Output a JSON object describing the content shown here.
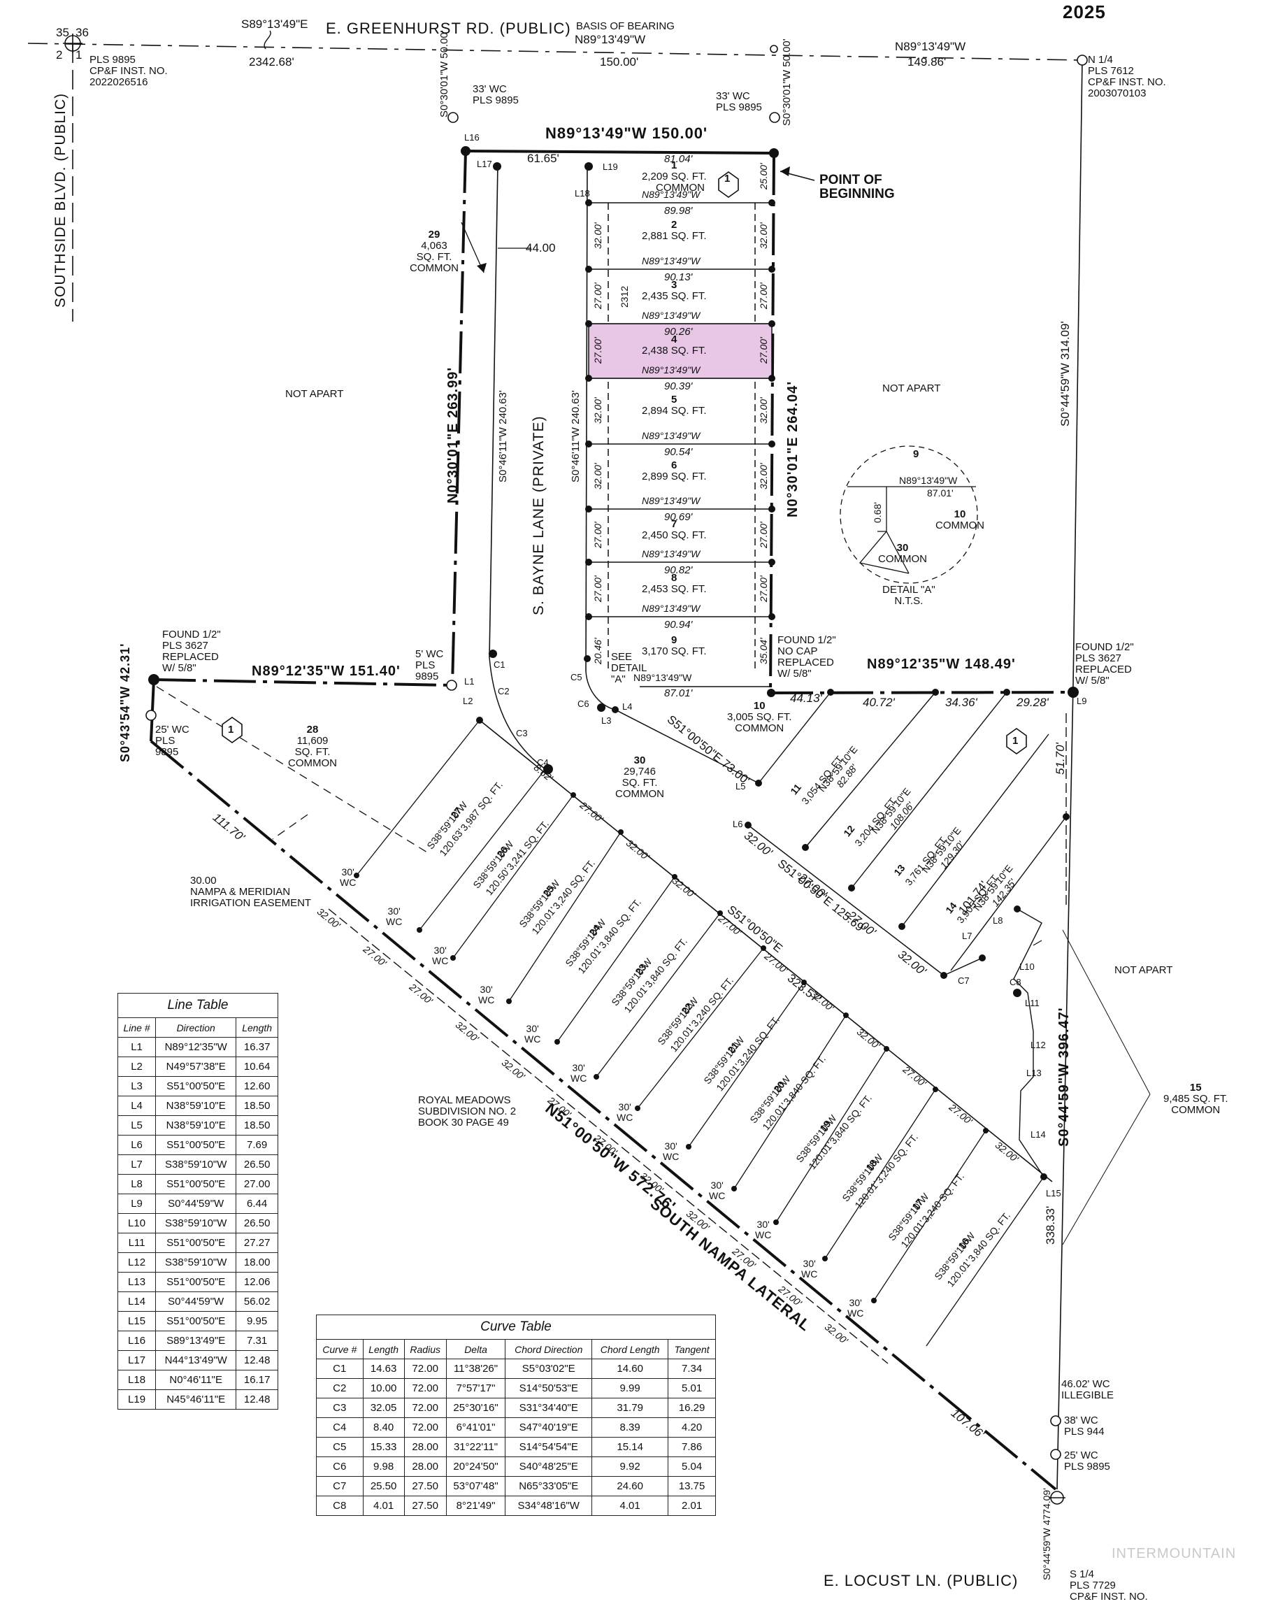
{
  "header": {
    "year": "2025"
  },
  "roads": {
    "north": "E. GREENHURST RD. (PUBLIC)",
    "west": "SOUTHSIDE BLVD. (PUBLIC)",
    "south": "E. LOCUST LN. (PUBLIC)",
    "private_lane": "S. BAYNE LANE (PRIVATE)",
    "canal": "SOUTH NAMPA LATERAL"
  },
  "section_corner": {
    "n35": "35",
    "n36": "36",
    "n2": "2",
    "n1": "1"
  },
  "north_bearings": {
    "brg1": "S89°13'49\"E",
    "dist1": "2342.68'",
    "basis_title": "BASIS OF BEARING",
    "basis_brg": "N89°13'49\"W",
    "basis_dist": "150.00'",
    "brg2": "N89°13'49\"W",
    "dist2": "149.86'",
    "top_boundary": "N89°13'49\"W 150.00'"
  },
  "monuments": {
    "nw_corner": [
      "PLS 9895",
      "CP&F INST. NO.",
      "2022026516"
    ],
    "n_quarter": [
      "N 1/4",
      "PLS 7612",
      "CP&F INST. NO.",
      "2003070103"
    ],
    "wc_left": [
      "33' WC",
      "PLS 9895"
    ],
    "wc_right": [
      "33' WC",
      "PLS 9895"
    ],
    "s0_left": "S0°30'01\"W 50.00'",
    "s0_right": "S0°30'01\"W 50.00'",
    "found_left": [
      "FOUND 1/2\"",
      "PLS 3627",
      "REPLACED",
      "W/ 5/8\""
    ],
    "found_mid": [
      "FOUND 1/2\"",
      "NO CAP",
      "REPLACED",
      "W/ 5/8\""
    ],
    "found_right": [
      "FOUND 1/2\"",
      "PLS 3627",
      "REPLACED",
      "W/ 5/8\""
    ],
    "wc5": [
      "5' WC",
      "PLS",
      "9895"
    ],
    "wc25_left": [
      "25' WC",
      "PLS",
      "9895"
    ],
    "illegible": [
      "46.02' WC",
      "ILLEGIBLE"
    ],
    "wc38": [
      "38' WC",
      "PLS 944"
    ],
    "wc25_bottom": [
      "25' WC",
      "PLS 9895"
    ],
    "s_quarter": [
      "S 1/4",
      "PLS 7729",
      "CP&F INST. NO."
    ]
  },
  "pob": [
    "POINT OF",
    "BEGINNING"
  ],
  "boundaries": {
    "west_main": "N0°30'01\"E 263.99'",
    "east_main": "N0°30'01\"E 264.04'",
    "lane_west": "S0°46'11\"W 240.63'",
    "lane_east": "S0°46'11\"W 240.63'",
    "dist_44": "44.00",
    "dist_6165": "61.65'",
    "east_long": "S0°44'59\"W 314.09'",
    "mid_south_left": "N89°12'35\"W 151.40'",
    "mid_south_right": "N89°12'35\"W 148.49'",
    "west_short": "S0°43'54\"W 42.31'",
    "dist_11170": "111.70'",
    "southwest": "N51°00'50\"W 572.76'",
    "east_lower": "S0°44'59\"W 396.47'",
    "dist_33833": "338.33'",
    "dist_10706": "107.06'",
    "dist_32357": "323.57'",
    "s_bottom": "S0°44'59\"W 4774.09'",
    "dist_2312": "2312"
  },
  "lots": [
    {
      "n": "1",
      "area": "2,209 SQ. FT.",
      "use": "COMMON",
      "w": "81.04'"
    },
    {
      "n": "2",
      "area": "2,881 SQ. FT.",
      "w": "89.98'"
    },
    {
      "n": "3",
      "area": "2,435 SQ. FT.",
      "w": "90.13'"
    },
    {
      "n": "4",
      "area": "2,438 SQ. FT.",
      "w": "90.26'"
    },
    {
      "n": "5",
      "area": "2,894 SQ. FT.",
      "w": "90.39'"
    },
    {
      "n": "6",
      "area": "2,899 SQ. FT.",
      "w": "90.54'"
    },
    {
      "n": "7",
      "area": "2,450 SQ. FT.",
      "w": "90.69'"
    },
    {
      "n": "8",
      "area": "2,453 SQ. FT.",
      "w": "90.82'"
    },
    {
      "n": "9",
      "area": "3,170 SQ. FT.",
      "w": "90.94'"
    }
  ],
  "lot_bottom_width": "87.01'",
  "lot_brg": "N89°13'49\"W",
  "lot_depths": [
    "25.00'",
    "32.00'",
    "27.00'",
    "27.00'",
    "32.00'",
    "32.00'",
    "27.00'",
    "27.00'",
    "35.04'"
  ],
  "lot_depths_w": [
    "32.00'",
    "27.00'",
    "27.00'",
    "32.00'",
    "32.00'",
    "27.00'",
    "27.00'",
    "20.46'"
  ],
  "common": {
    "l29": [
      "29",
      "4,063",
      "SQ. FT.",
      "COMMON"
    ],
    "l10": [
      "10",
      "3,005 SQ. FT.",
      "COMMON"
    ],
    "l30": [
      "30",
      "29,746",
      "SQ. FT.",
      "COMMON"
    ],
    "l28": [
      "28",
      "11,609",
      "SQ. FT.",
      "COMMON"
    ],
    "l15": [
      "15",
      "9,485 SQ. FT.",
      "COMMON"
    ]
  },
  "not_apart": "NOT APART",
  "detail": {
    "title": "DETAIL \"A\"",
    "nts": "N.T.S.",
    "l9": "9",
    "brg": "N89°13'49\"W",
    "dist": "87.01'",
    "d068": "0.68'",
    "l10": "10",
    "l10c": "COMMON",
    "l30": "30",
    "l30c": "COMMON",
    "see": [
      "SEE",
      "DETAIL",
      "\"A\""
    ]
  },
  "east_lots": [
    {
      "n": "11",
      "area": "3,054 SQ. FT.",
      "brg": "N38°59'10\"E",
      "len": "82.88'"
    },
    {
      "n": "12",
      "area": "3,204 SQ. FT.",
      "brg": "N38°59'10\"E",
      "len": "108.06'"
    },
    {
      "n": "13",
      "area": "3,761 SQ. FT.",
      "brg": "N38°59'10\"E",
      "len": "129.30'"
    },
    {
      "n": "14",
      "area": "3,905 SQ. FT.",
      "brg": "N38°59'10\"E",
      "len": "142.35'"
    }
  ],
  "east_misc": {
    "d4072": "40.72'",
    "d3436": "34.36'",
    "d2928": "29.28'",
    "d4413": "44.13'",
    "d5170": "51.70'",
    "d7300": "S51°00'50\"E 73.00'",
    "d12569": "S51°00'50\"E 125.69'",
    "d10174": "101.74'",
    "w32": "32.00'",
    "w27": "27.00'"
  },
  "south_lots": [
    {
      "n": "27",
      "area": "3,987 SQ. FT.",
      "brg": "S38°59'10\"W",
      "len": "120.63'"
    },
    {
      "n": "26",
      "area": "3,241 SQ. FT.",
      "brg": "S38°59'10\"W",
      "len": "120.50'"
    },
    {
      "n": "25",
      "area": "3,240 SQ. FT.",
      "brg": "S38°59'10\"W",
      "len": "120.01'"
    },
    {
      "n": "24",
      "area": "3,840 SQ. FT.",
      "brg": "S38°59'10\"W",
      "len": "120.01'"
    },
    {
      "n": "23",
      "area": "3,840 SQ. FT.",
      "brg": "S38°59'10\"W",
      "len": "120.01'"
    },
    {
      "n": "22",
      "area": "3,240 SQ. FT.",
      "brg": "S38°59'10\"W",
      "len": "120.01'"
    },
    {
      "n": "21",
      "area": "3,240 SQ. FT.",
      "brg": "S38°59'10\"W",
      "len": "120.01'"
    },
    {
      "n": "20",
      "area": "3,840 SQ. FT.",
      "brg": "S38°59'10\"W",
      "len": "120.01'"
    },
    {
      "n": "19",
      "area": "3,840 SQ. FT.",
      "brg": "S38°59'10\"W",
      "len": "120.01'"
    },
    {
      "n": "18",
      "area": "3,240 SQ. FT.",
      "brg": "S38°59'10\"W",
      "len": "120.01'"
    },
    {
      "n": "17",
      "area": "3,240 SQ. FT.",
      "brg": "S38°59'10\"W",
      "len": "120.01'"
    },
    {
      "n": "16",
      "area": "3,840 SQ. FT.",
      "brg": "S38°59'10\"W",
      "len": "120.01'"
    }
  ],
  "south_widths_top": [
    "8.62'",
    "27.00'",
    "32.00'",
    "32.00'",
    "27.00'",
    "27.00'",
    "32.00'",
    "32.00'",
    "27.00'",
    "27.00'",
    "32.00'"
  ],
  "south_widths_bot": [
    "32.00'",
    "27.00'",
    "27.00'",
    "32.00'",
    "32.00'",
    "27.00'",
    "27.00'",
    "32.00'",
    "32.00'",
    "27.00'",
    "27.00'",
    "32.00'"
  ],
  "south_misc": {
    "top_brg": "S51°00'50\"E",
    "wc30": [
      "30'",
      "WC"
    ]
  },
  "easement": [
    "30.00",
    "NAMPA & MERIDIAN",
    "IRRIGATION EASEMENT"
  ],
  "royal": [
    "ROYAL MEADOWS",
    "SUBDIVISION NO. 2",
    "BOOK 30 PAGE 49"
  ],
  "callouts": {
    "line_labels": [
      "L1",
      "L2",
      "L3",
      "L4",
      "L5",
      "L6",
      "L7",
      "L8",
      "L9",
      "L10",
      "L11",
      "L12",
      "L13",
      "L14",
      "L15",
      "L16",
      "L17",
      "L18",
      "L19"
    ],
    "curve_labels": [
      "C1",
      "C2",
      "C3",
      "C4",
      "C5",
      "C6",
      "C7",
      "C8"
    ],
    "note": "1"
  },
  "line_table": {
    "title": "Line Table",
    "headers": [
      "Line #",
      "Direction",
      "Length"
    ],
    "rows": [
      [
        "L1",
        "N89°12'35\"W",
        "16.37"
      ],
      [
        "L2",
        "N49°57'38\"E",
        "10.64"
      ],
      [
        "L3",
        "S51°00'50\"E",
        "12.60"
      ],
      [
        "L4",
        "N38°59'10\"E",
        "18.50"
      ],
      [
        "L5",
        "N38°59'10\"E",
        "18.50"
      ],
      [
        "L6",
        "S51°00'50\"E",
        "7.69"
      ],
      [
        "L7",
        "S38°59'10\"W",
        "26.50"
      ],
      [
        "L8",
        "S51°00'50\"E",
        "27.00"
      ],
      [
        "L9",
        "S0°44'59\"W",
        "6.44"
      ],
      [
        "L10",
        "S38°59'10\"W",
        "26.50"
      ],
      [
        "L11",
        "S51°00'50\"E",
        "27.27"
      ],
      [
        "L12",
        "S38°59'10\"W",
        "18.00"
      ],
      [
        "L13",
        "S51°00'50\"E",
        "12.06"
      ],
      [
        "L14",
        "S0°44'59\"W",
        "56.02"
      ],
      [
        "L15",
        "S51°00'50\"E",
        "9.95"
      ],
      [
        "L16",
        "S89°13'49\"E",
        "7.31"
      ],
      [
        "L17",
        "N44°13'49\"W",
        "12.48"
      ],
      [
        "L18",
        "N0°46'11\"E",
        "16.17"
      ],
      [
        "L19",
        "N45°46'11\"E",
        "12.48"
      ]
    ]
  },
  "curve_table": {
    "title": "Curve Table",
    "headers": [
      "Curve #",
      "Length",
      "Radius",
      "Delta",
      "Chord Direction",
      "Chord Length",
      "Tangent"
    ],
    "rows": [
      [
        "C1",
        "14.63",
        "72.00",
        "11°38'26\"",
        "S5°03'02\"E",
        "14.60",
        "7.34"
      ],
      [
        "C2",
        "10.00",
        "72.00",
        "7°57'17\"",
        "S14°50'53\"E",
        "9.99",
        "5.01"
      ],
      [
        "C3",
        "32.05",
        "72.00",
        "25°30'16\"",
        "S31°34'40\"E",
        "31.79",
        "16.29"
      ],
      [
        "C4",
        "8.40",
        "72.00",
        "6°41'01\"",
        "S47°40'19\"E",
        "8.39",
        "4.20"
      ],
      [
        "C5",
        "15.33",
        "28.00",
        "31°22'11\"",
        "S14°54'54\"E",
        "15.14",
        "7.86"
      ],
      [
        "C6",
        "9.98",
        "28.00",
        "20°24'50\"",
        "S40°48'25\"E",
        "9.92",
        "5.04"
      ],
      [
        "C7",
        "25.50",
        "27.50",
        "53°07'48\"",
        "N65°33'05\"E",
        "24.60",
        "13.75"
      ],
      [
        "C8",
        "4.01",
        "27.50",
        "8°21'49\"",
        "S34°48'16\"W",
        "4.01",
        "2.01"
      ]
    ]
  },
  "watermark": "INTERMOUNTAIN",
  "colors": {
    "highlight": "#e8c6e6",
    "ink": "#111111"
  }
}
